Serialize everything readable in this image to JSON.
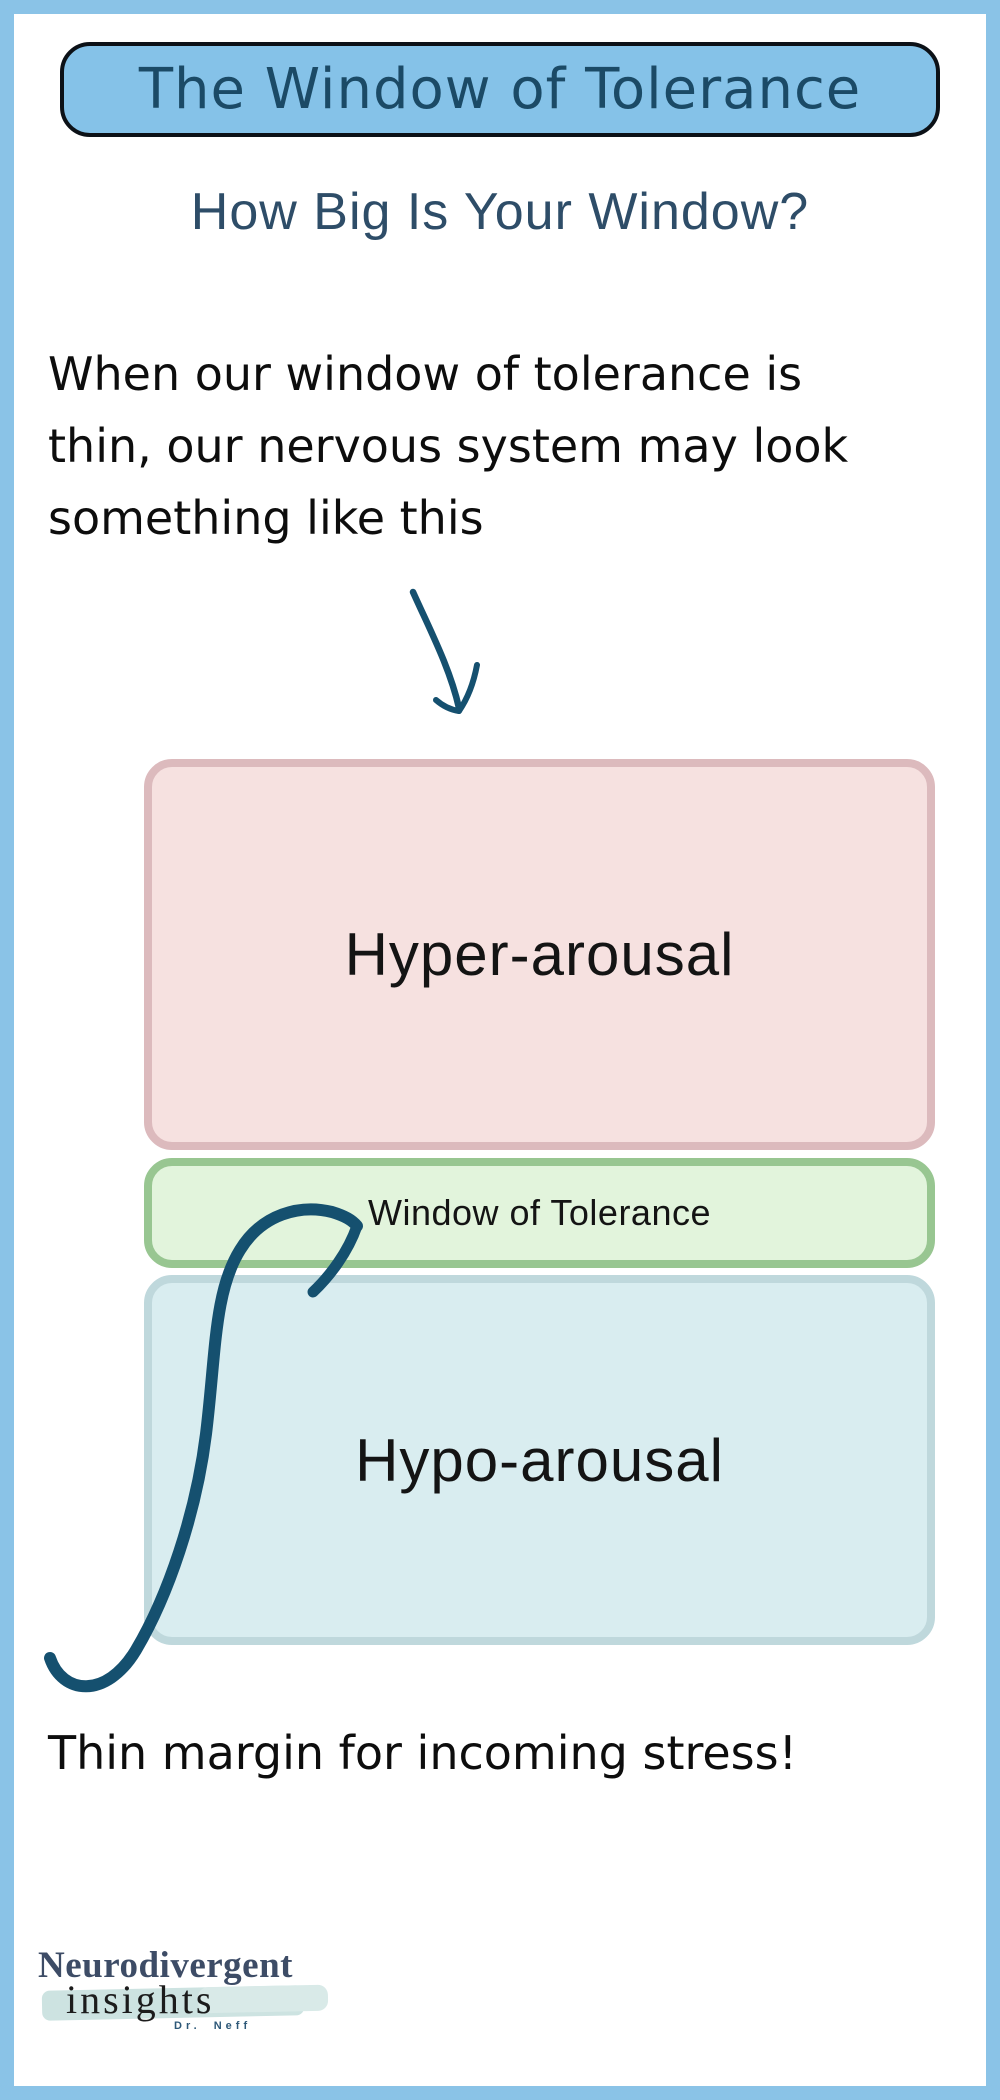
{
  "frame": {
    "border_color": "#8ac3e7",
    "background": "#ffffff"
  },
  "header": {
    "title": "The Window of Tolerance",
    "title_color": "#1b4a66",
    "banner_fill": "#85c2e8",
    "banner_border": "#0c1117",
    "subtitle": "How Big Is Your Window?",
    "subtitle_color": "#2e4d68"
  },
  "intro": {
    "lines": {
      "0": "When our window of tolerance is",
      "1": "thin, our nervous system may look",
      "2": "something like this"
    },
    "text_color": "#0d0d0d"
  },
  "icons": {
    "down_arrow": "hand-drawn-down-arrow",
    "curved_arrow": "hand-drawn-curved-swoosh-arrow",
    "arrow_color": "#15506f"
  },
  "diagram": {
    "zones": [
      {
        "label": "Hyper-arousal",
        "fill": "#f6e1e0",
        "border": "#dcbabd",
        "text_color": "#141414"
      },
      {
        "label": "Window of Tolerance",
        "fill": "#e2f4dc",
        "border": "#98c691",
        "text_color": "#141414"
      },
      {
        "label": "Hypo-arousal",
        "fill": "#d9edf0",
        "border": "#bfd8dc",
        "text_color": "#141414"
      }
    ]
  },
  "caption": {
    "text": "Thin margin for incoming stress!",
    "text_color": "#0d0d0d"
  },
  "logo": {
    "brand_top": "Neurodivergent",
    "brand_bottom": "insights",
    "byline": "Dr. Neff",
    "brand_top_color": "#3d4c66",
    "brand_bottom_color": "#1c1c1c",
    "byline_color": "#2d5878",
    "brush_color": "#cde3e1"
  }
}
